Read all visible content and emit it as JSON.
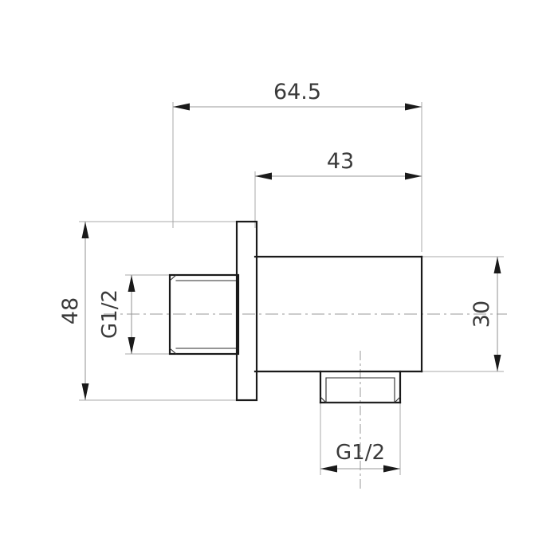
{
  "drawing": {
    "type": "engineering-dimension-drawing",
    "subject": "shower wall outlet elbow",
    "units": "mm",
    "background_color": "#ffffff",
    "object_line_color": "#1a1a1a",
    "dimension_line_color": "#9a9a9a",
    "text_color": "#3a3a3a",
    "dimensions": {
      "overall_length": {
        "label": "64.5",
        "orientation": "horizontal",
        "position": "top"
      },
      "body_length": {
        "label": "43",
        "orientation": "horizontal",
        "position": "top-inner"
      },
      "flange_height": {
        "label": "48",
        "orientation": "vertical",
        "position": "left"
      },
      "body_height": {
        "label": "30",
        "orientation": "vertical",
        "position": "right"
      },
      "inlet_thread": {
        "label": "G1/2",
        "orientation": "vertical",
        "position": "left-inner"
      },
      "outlet_thread": {
        "label": "G1/2",
        "orientation": "horizontal",
        "position": "bottom"
      }
    }
  }
}
